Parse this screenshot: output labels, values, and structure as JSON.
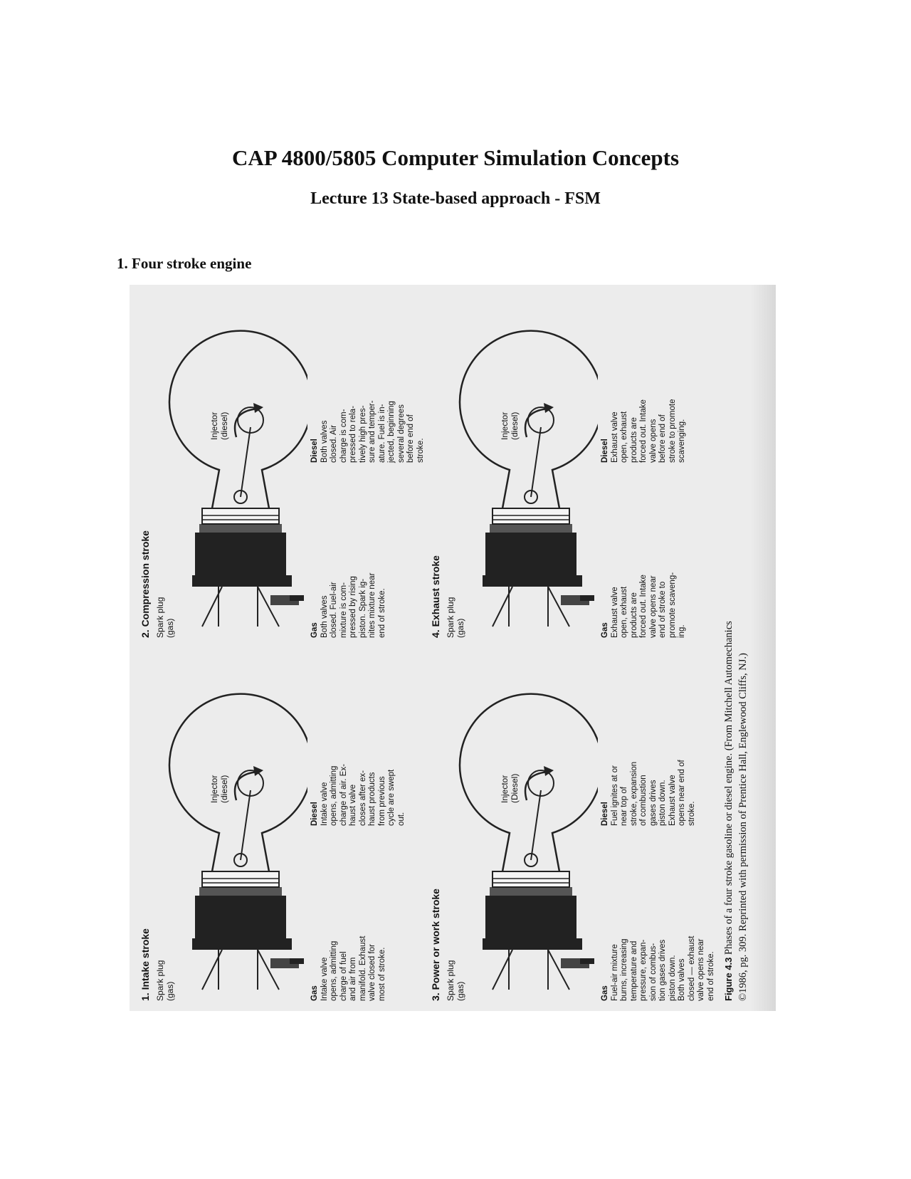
{
  "doc": {
    "title": "CAP 4800/5805 Computer Simulation Concepts",
    "subtitle": "Lecture 13 State-based approach - FSM",
    "section": "1. Four stroke engine"
  },
  "figure": {
    "labels": {
      "spark_plug": "Spark plug",
      "gas_paren": "(gas)",
      "injector": "Injector",
      "diesel_paren": "(diesel)",
      "diesel_paren_cap": "(Diesel)",
      "gas_head": "Gas",
      "diesel_head": "Diesel"
    },
    "panels": [
      {
        "title": "1. Intake stroke",
        "gas": [
          "Intake valve",
          "opens, admitting",
          "charge of fuel",
          "and air from",
          "manifold. Exhaust",
          "valve closed for",
          "most of stroke."
        ],
        "diesel": [
          "Intake valve",
          "opens, admitting",
          "charge of air. Ex-",
          "haust valve",
          "closes after ex-",
          "haust products",
          "from previous",
          "cycle are swept",
          "out."
        ]
      },
      {
        "title": "2. Compression stroke",
        "gas": [
          "Both valves",
          "closed. Fuel-air",
          "mixture is com-",
          "pressed by rising",
          "piston. Spark ig-",
          "nites mixture near",
          "end of stroke."
        ],
        "diesel": [
          "Both valves",
          "closed. Air",
          "charge is com-",
          "pressed to rela-",
          "tively high pres-",
          "sure and temper-",
          "ature. Fuel is in-",
          "jected, beginning",
          "several degrees",
          "before end of",
          "stroke."
        ]
      },
      {
        "title": "3. Power or work stroke",
        "gas": [
          "Fuel-air mixture",
          "burns, increasing",
          "temperature and",
          "pressure, expan-",
          "sion of combus-",
          "tion gases drives",
          "piston down.",
          "Both valves",
          "closed — exhaust",
          "valve opens near",
          "end of stroke."
        ],
        "diesel": [
          "Fuel ignites at or",
          "near top of",
          "stroke, expansion",
          "of combustion",
          "gases drives",
          "piston down.",
          "Exhaust valve",
          "opens near end of",
          "stroke."
        ]
      },
      {
        "title": "4. Exhaust stroke",
        "gas": [
          "Exhaust valve",
          "open, exhaust",
          "products are",
          "forced out. Intake",
          "valve opens near",
          "end of stroke to",
          "promote scaveng-",
          "ing."
        ],
        "diesel": [
          "Exhaust valve",
          "open, exhaust",
          "products are",
          "forced out. Intake",
          "valve opens",
          "before end of",
          "stroke to promote",
          "scavenging."
        ]
      }
    ],
    "caption": {
      "number": "Figure 4.3",
      "line1": "Phases of a four stroke gasoline or diesel engine. (From Mitchell Automechanics",
      "line2": "©1986, pg. 309. Reprinted with permission of Prentice Hall, Englewood Cliffs, NJ.)"
    }
  }
}
